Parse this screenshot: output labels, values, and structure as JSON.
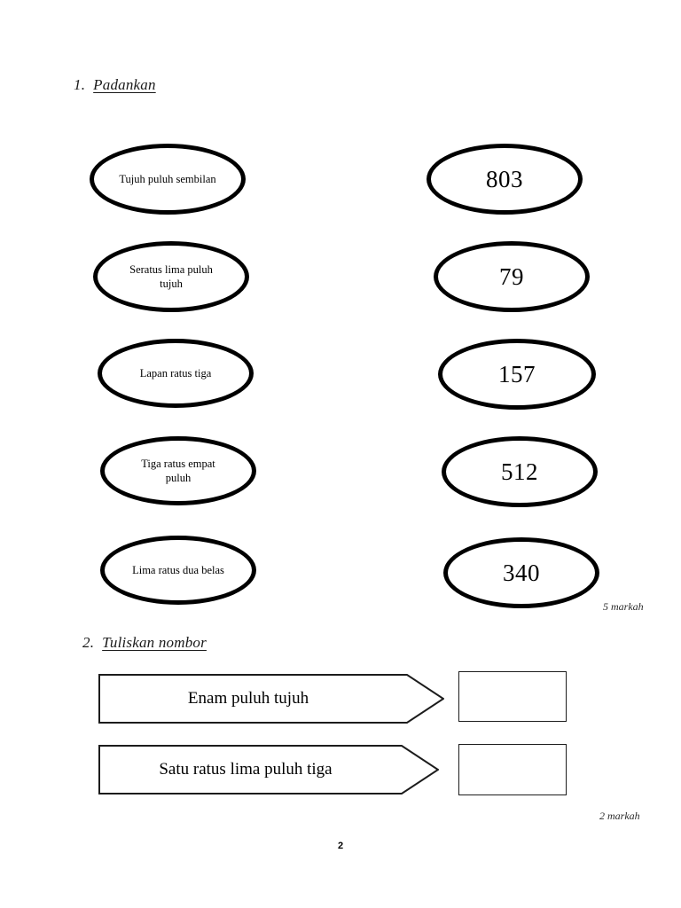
{
  "page": {
    "number": "2",
    "background": "#ffffff",
    "ink": "#000000"
  },
  "questions": [
    {
      "number": "1.",
      "title": "Padankan",
      "marks_note": "5 markah",
      "left_column": [
        {
          "text": "Tujuh puluh sembilan"
        },
        {
          "text": "Seratus lima puluh tujuh"
        },
        {
          "text": "Lapan ratus tiga"
        },
        {
          "text": "Tiga ratus empat puluh"
        },
        {
          "text": "Lima ratus dua belas"
        }
      ],
      "right_column": [
        {
          "text": "803"
        },
        {
          "text": "79"
        },
        {
          "text": "157"
        },
        {
          "text": "512"
        },
        {
          "text": "340"
        }
      ]
    },
    {
      "number": "2.",
      "title": "Tuliskan nombor",
      "marks_note": "2 markah",
      "rows": [
        {
          "prompt": "Enam puluh tujuh",
          "answer": ""
        },
        {
          "prompt": "Satu ratus lima puluh tiga",
          "answer": ""
        }
      ]
    }
  ]
}
